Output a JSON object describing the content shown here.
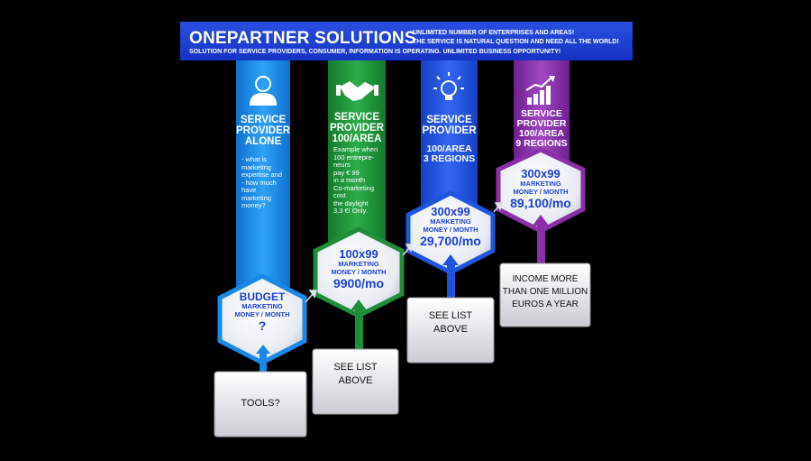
{
  "header": {
    "title": "ONEPARTNER SOLUTIONS",
    "tagline_1": "UNLIMITED NUMBER OF ENTERPRISES AND AREAS!",
    "tagline_2": "THE SERVICE IS NATURAL QUESTION AND NEED ALL THE WORLD!",
    "tagline_3": "SOLUTION FOR SERVICE PROVIDERS, CONSUMER, INFORMATION IS OPERATING. UNLIMITED BUSINESS OPPORTUNITY!"
  },
  "colors": {
    "banner": "#1f42d8",
    "col1": "#1a88e6",
    "col2": "#1e8e3a",
    "col3": "#1f54e0",
    "col4": "#8a2fa8"
  },
  "icons": [
    "person-icon",
    "handshake-icon",
    "lightbulb-icon",
    "growth-chart-icon"
  ],
  "columns": [
    {
      "title_1": "SERVICE",
      "title_2": "PROVIDER",
      "title_3": "ALONE",
      "desc": [
        "- what is",
        "marketing",
        "expertise and",
        "- how much",
        "have",
        "marketing",
        "money?"
      ],
      "hex_title": "BUDGET",
      "hex_sub_1": "MARKETING",
      "hex_sub_2": "MONEY / MONTH",
      "hex_value": "?",
      "box": [
        "TOOLS?"
      ]
    },
    {
      "title_1": "SERVICE",
      "title_2": "PROVIDER",
      "title_3": "100/AREA",
      "desc": [
        "Example when",
        "100 entrepre-",
        "neurs",
        "pay € 99",
        "in a month",
        "Co-marketing",
        "cost",
        "the daylight",
        "3,3 €! Only."
      ],
      "hex_title": "100x99",
      "hex_sub_1": "MARKETING",
      "hex_sub_2": "MONEY / MONTH",
      "hex_value": "9900/mo",
      "box": [
        "SEE LIST",
        "ABOVE"
      ]
    },
    {
      "title_1": "SERVICE",
      "title_2": "PROVIDER",
      "title_3": "",
      "desc": [
        "100/AREA",
        "3 REGIONS"
      ],
      "hex_title": "300x99",
      "hex_sub_1": "MARKETING",
      "hex_sub_2": "MONEY / MONTH",
      "hex_value": "29,700/mo",
      "box": [
        "SEE LIST",
        "ABOVE"
      ]
    },
    {
      "title_1": "SERVICE",
      "title_2": "PROVIDER",
      "title_3": "100/AREA",
      "desc": [
        "9 REGIONS"
      ],
      "hex_title": "300x99",
      "hex_sub_1": "MARKETING",
      "hex_sub_2": "MONEY / MONTH",
      "hex_value": "89,100/mo",
      "box": [
        "INCOME MORE",
        "THAN ONE MILLION",
        "EUROS A YEAR"
      ]
    }
  ]
}
